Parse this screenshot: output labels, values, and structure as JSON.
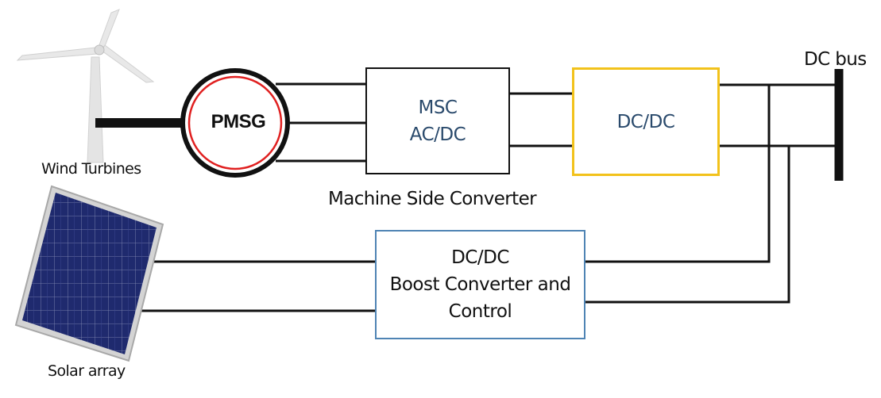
{
  "wind_turbine": {
    "label": "Wind Turbines"
  },
  "generator": {
    "label": "PMSG"
  },
  "machine_side_converter": {
    "line1": "MSC",
    "line2": "AC/DC",
    "caption": "Machine Side Converter"
  },
  "dc_dc_converter": {
    "label": "DC/DC"
  },
  "boost_converter": {
    "line1": "DC/DC",
    "line2": "Boost Converter and",
    "line3": "Control"
  },
  "dc_bus": {
    "label": "DC bus"
  },
  "solar_array": {
    "label": "Solar array"
  },
  "colors": {
    "generator_ring": "#e02020",
    "dc_dc_border": "#f2c21b",
    "boost_border": "#4f84b4",
    "box_text": "#2a4a6c",
    "solar_cell": "#1f2a6e",
    "solar_frame": "#c8c8c8",
    "turbine": "#e6e6e6"
  }
}
